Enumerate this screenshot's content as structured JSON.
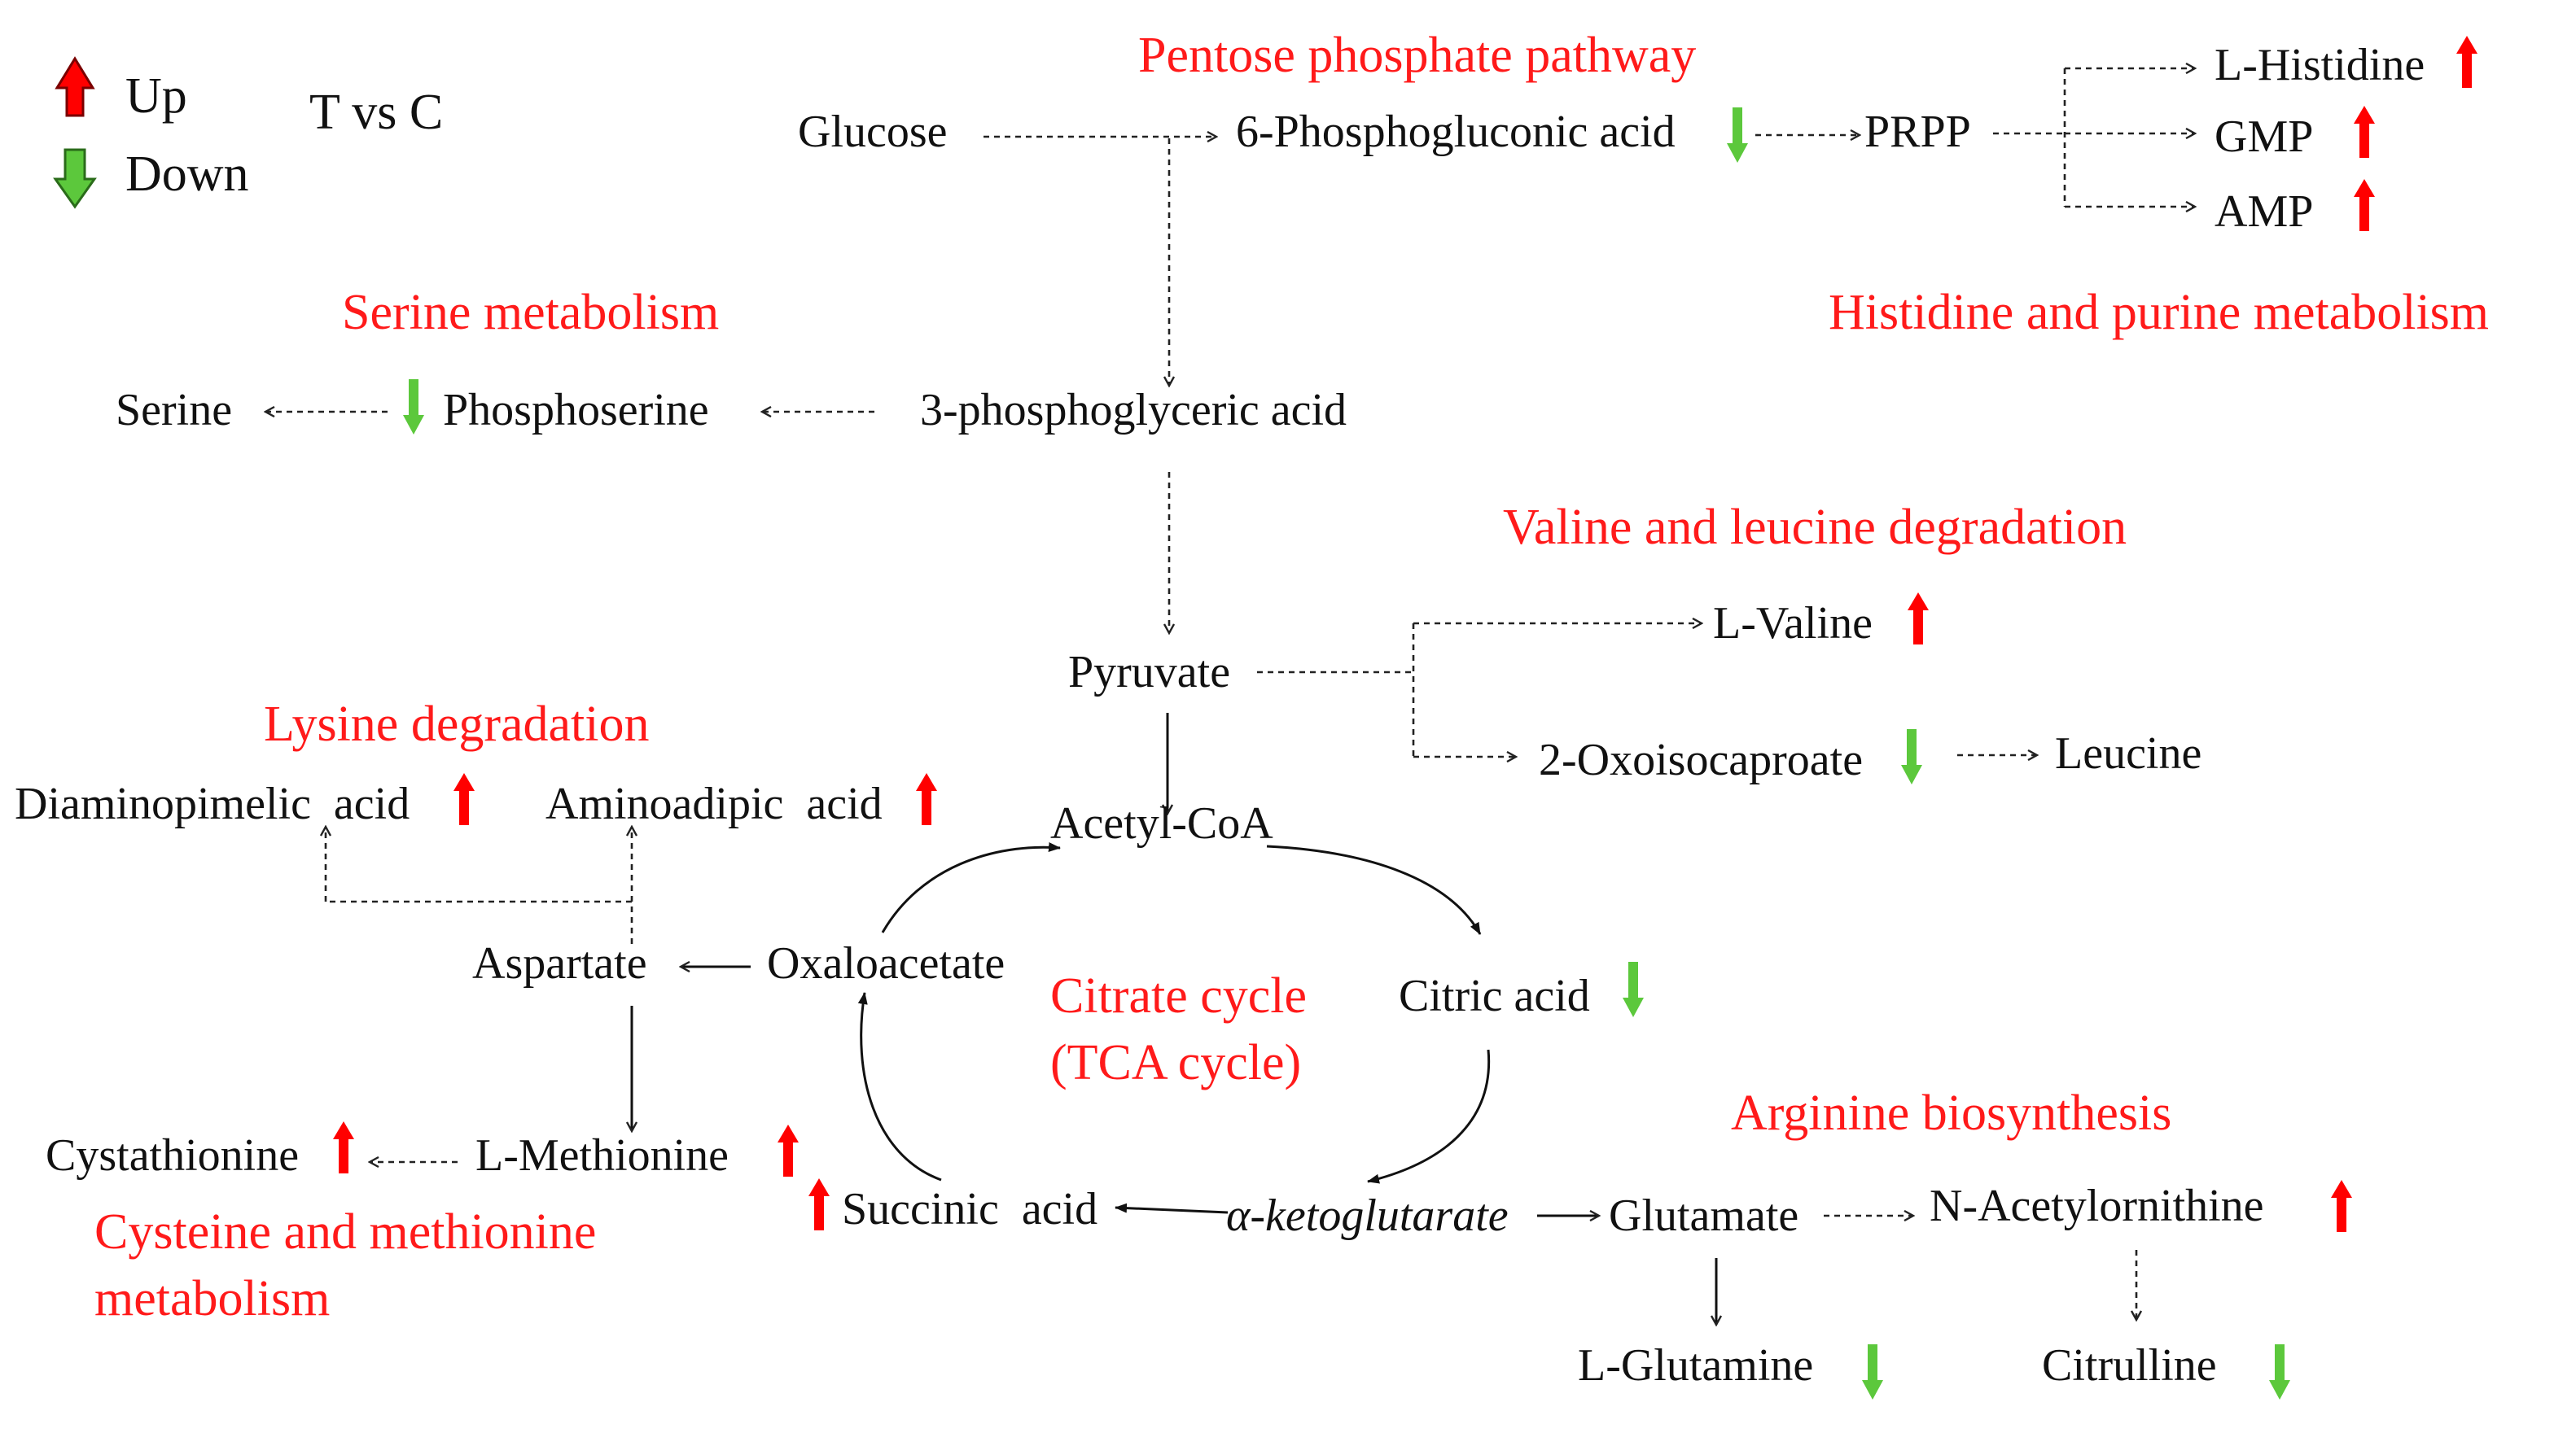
{
  "legend": {
    "up": "Up",
    "down": "Down",
    "comparison": "T vs C",
    "up_color": "#ff0000",
    "down_color": "#5cc83c"
  },
  "pathways": {
    "pentose": "Pentose phosphate pathway",
    "histidine_purine": "Histidine and purine metabolism",
    "serine": "Serine metabolism",
    "valine_leucine": "Valine and leucine degradation",
    "lysine": "Lysine degradation",
    "tca_line1": "Citrate cycle",
    "tca_line2": "(TCA cycle)",
    "arginine": "Arginine biosynthesis",
    "cysteine_line1": "Cysteine and methionine",
    "cysteine_line2": "metabolism"
  },
  "metabolites": {
    "glucose": {
      "label": "Glucose",
      "change": "none"
    },
    "phosphogluconic": {
      "label": "6-Phosphogluconic acid",
      "change": "down"
    },
    "prpp": {
      "label": "PRPP",
      "change": "none"
    },
    "histidine": {
      "label": "L-Histidine",
      "change": "up"
    },
    "gmp": {
      "label": "GMP",
      "change": "up"
    },
    "amp": {
      "label": "AMP",
      "change": "up"
    },
    "serine": {
      "label": "Serine",
      "change": "none"
    },
    "phosphoserine": {
      "label": "Phosphoserine",
      "change": "down"
    },
    "phosphoglyceric": {
      "label": "3-phosphoglyceric acid",
      "change": "none"
    },
    "pyruvate": {
      "label": "Pyruvate",
      "change": "none"
    },
    "valine": {
      "label": "L-Valine",
      "change": "up"
    },
    "oxoisocaproate": {
      "label": "2-Oxoisocaproate",
      "change": "down"
    },
    "leucine": {
      "label": "Leucine",
      "change": "none"
    },
    "diaminopimelic": {
      "label": "Diaminopimelic  acid",
      "change": "up"
    },
    "aminoadipic": {
      "label": "Aminoadipic  acid",
      "change": "up"
    },
    "acetylcoa": {
      "label": "Acetyl-CoA",
      "change": "none"
    },
    "aspartate": {
      "label": "Aspartate",
      "change": "none"
    },
    "oxaloacetate": {
      "label": "Oxaloacetate",
      "change": "none"
    },
    "citric": {
      "label": "Citric acid",
      "change": "down"
    },
    "cystathionine": {
      "label": "Cystathionine",
      "change": "up"
    },
    "methionine": {
      "label": "L-Methionine",
      "change": "up"
    },
    "succinic": {
      "label": "Succinic  acid",
      "change": "up"
    },
    "ketoglutarate": {
      "label": "α-ketoglutarate",
      "change": "none"
    },
    "glutamate": {
      "label": "Glutamate",
      "change": "none"
    },
    "acetylornithine": {
      "label": "N-Acetylornithine",
      "change": "up"
    },
    "glutamine": {
      "label": "L-Glutamine",
      "change": "down"
    },
    "citrulline": {
      "label": "Citrulline",
      "change": "down"
    }
  }
}
